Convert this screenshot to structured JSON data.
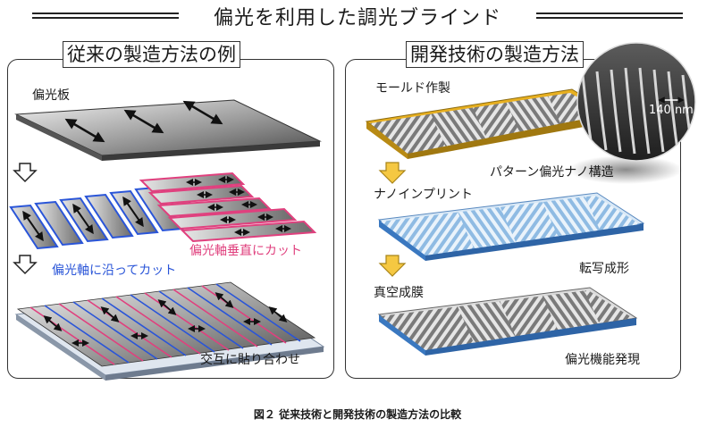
{
  "title": "偏光を利用した調光ブラインド",
  "left_panel": {
    "heading": "従来の製造方法の例",
    "labels": {
      "polarizer": "偏光板",
      "cut_perpendicular": "偏光軸垂直にカット",
      "cut_along": "偏光軸に沿ってカット",
      "alternate_bond": "交互に貼り合わせ"
    }
  },
  "right_panel": {
    "heading": "開発技術の製造方法",
    "labels": {
      "mold": "モールド作製",
      "pattern": "パターン偏光ナノ構造",
      "nanoimprint": "ナノインプリント",
      "transfer": "転写成形",
      "vacuum": "真空成膜",
      "polarization": "偏光機能発現"
    },
    "scale": "140 nm"
  },
  "caption": "図２ 従来技術と開発技術の製造方法の比較",
  "colors": {
    "pink": "#e0407e",
    "blue": "#2a55d8",
    "gold": "#e8b020",
    "arrow_fill": "#f5c842"
  }
}
